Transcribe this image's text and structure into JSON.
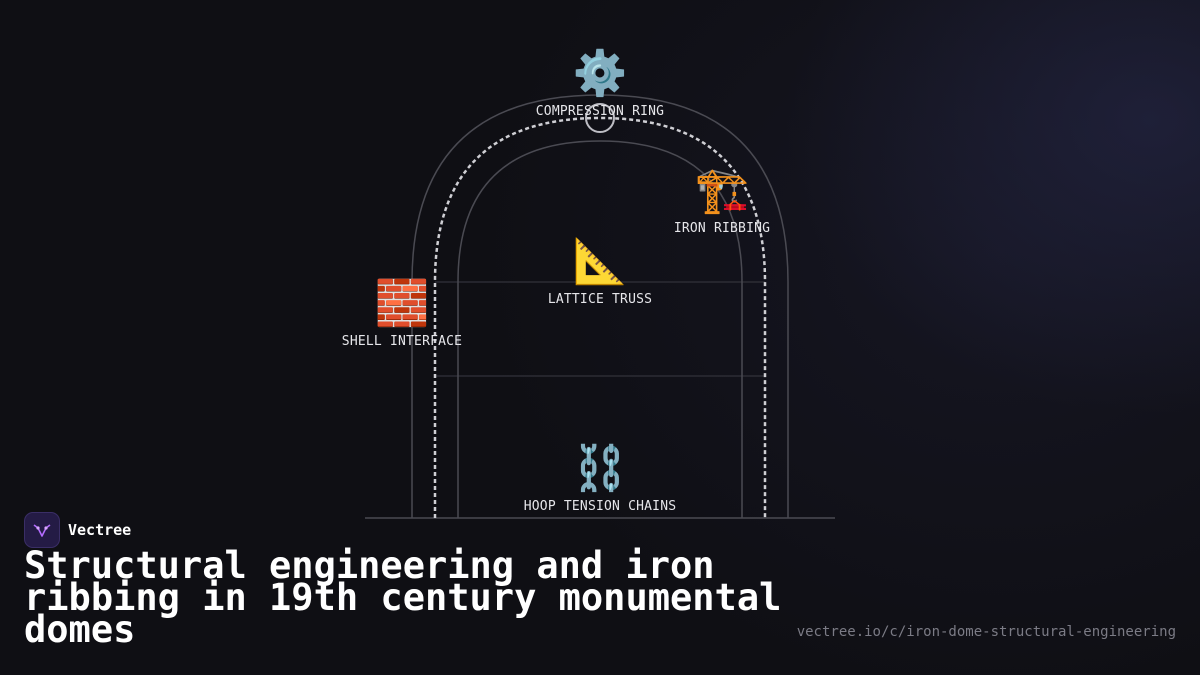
{
  "diagram": {
    "nodes": [
      {
        "id": "compression",
        "icon": "⚙️",
        "icon_name": "gear-icon",
        "label": "COMPRESSION RING"
      },
      {
        "id": "ribbing",
        "icon": "🏗️",
        "icon_name": "crane-icon",
        "label": "IRON RIBBING"
      },
      {
        "id": "truss",
        "icon": "📐",
        "icon_name": "triangle-ruler-icon",
        "label": "LATTICE TRUSS"
      },
      {
        "id": "shell",
        "icon": "🧱",
        "icon_name": "brick-icon",
        "label": "SHELL INTERFACE"
      },
      {
        "id": "hoop",
        "icon": "⛓️",
        "icon_name": "chains-icon",
        "label": "HOOP TENSION CHAINS"
      }
    ],
    "colors": {
      "outline": "#4a4a52",
      "dashed": "#cfcfd4",
      "background": "#0f0f14"
    }
  },
  "brand": {
    "name": "Vectree",
    "logo_icon": "vectree-logo-icon",
    "logo_color": "#b36bff"
  },
  "title": "Structural engineering and iron ribbing in 19th century monumental domes",
  "url": "vectree.io/c/iron-dome-structural-engineering"
}
